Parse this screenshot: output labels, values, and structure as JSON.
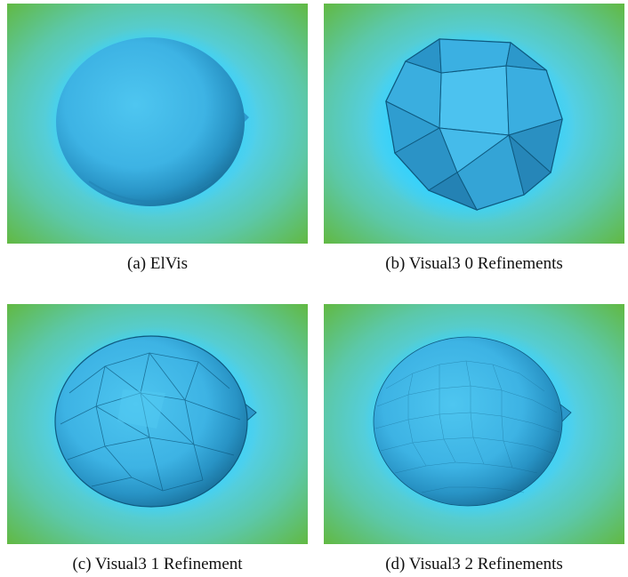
{
  "figure": {
    "panels": [
      {
        "caption": "(a)  ElVis",
        "tessellation": "smooth",
        "bulge": true
      },
      {
        "caption": "(b)  Visual3 0 Refinements",
        "tessellation": "coarse-polyhedron",
        "bulge": false
      },
      {
        "caption": "(c)  Visual3 1 Refinement",
        "tessellation": "medium-facets",
        "bulge": true
      },
      {
        "caption": "(d)  Visual3 2 Refinements",
        "tessellation": "fine-facets",
        "bulge": true
      }
    ],
    "colors": {
      "background_inner": "#4fd6f2",
      "background_outer": "#5eb93a",
      "sphere_light": "#4fc8f2",
      "sphere_dark": "#1d7fae",
      "edge": "#0e5a80"
    }
  }
}
